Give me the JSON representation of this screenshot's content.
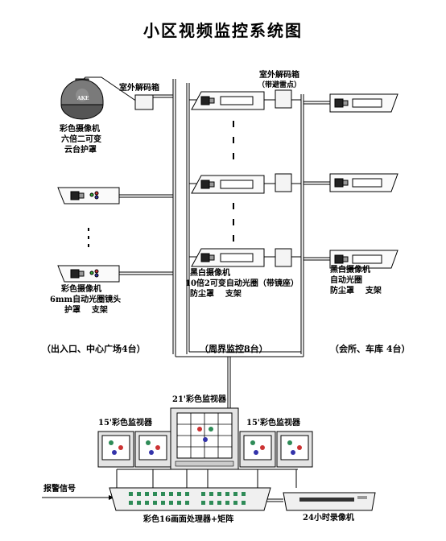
{
  "title": "小区视频监控系统图",
  "labels": {
    "decoder_left": "室外解码箱",
    "decoder_top": "室外解码箱",
    "decoder_top_note": "（带避雷点）",
    "ptz_cam_l1": "彩色摄像机",
    "ptz_cam_l2": "六倍二可变",
    "ptz_cam_l3": "云台护罩",
    "left_cam_l1": "彩色摄像机",
    "left_cam_l2": "6mm自动光圈镜头",
    "left_cam_l3": "护罩    支架",
    "center_cam_l1": "黑白摄像机",
    "center_cam_l2": "10倍2可变自动光圈（带镜座）",
    "center_cam_l3": "防尘罩    支架",
    "right_cam_l1": "黑白摄像机",
    "right_cam_l2": "自动光圈",
    "right_cam_l3": "防尘罩    支架",
    "group_left": "（出入口、中心广场4台）",
    "group_center": "（周界监控8台）",
    "group_right": "（会所、车库 4台）",
    "monitor_21": "21'彩色监视器",
    "monitor_15_left": "15'彩色监视器",
    "monitor_15_right": "15'彩色监视器",
    "alarm_signal": "报警信号",
    "processor": "彩色16画面处理器+矩阵",
    "recorder": "24小时录像机",
    "ptz_badge": "AKE"
  },
  "colors": {
    "line": "#000000",
    "device": "#f2f2f2",
    "monitor_frame": "#e6e6e6",
    "green_dot": "#2e8b57",
    "red_dot": "#cc2222",
    "blue_dot": "#2233aa"
  }
}
